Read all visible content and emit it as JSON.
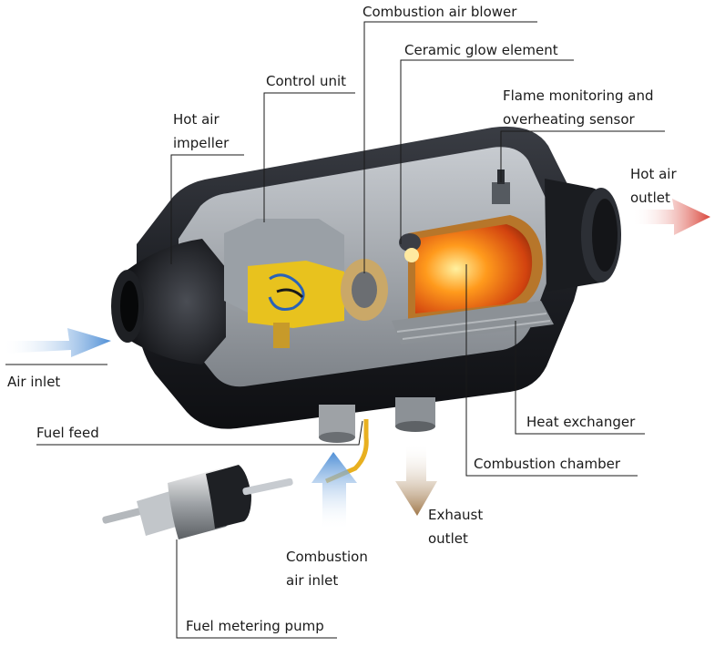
{
  "labels": {
    "combustion_air_blower": "Combustion air blower",
    "ceramic_glow_element": "Ceramic glow element",
    "control_unit": "Control unit",
    "flame_sensor_line1": "Flame monitoring and",
    "flame_sensor_line2": "overheating sensor",
    "hot_air_impeller_line1": "Hot air",
    "hot_air_impeller_line2": "impeller",
    "hot_air_outlet_line1": "Hot air",
    "hot_air_outlet_line2": "outlet",
    "air_inlet": "Air inlet",
    "fuel_feed": "Fuel feed",
    "heat_exchanger": "Heat exchanger",
    "combustion_chamber": "Combustion chamber",
    "exhaust_outlet_line1": "Exhaust",
    "exhaust_outlet_line2": "outlet",
    "combustion_air_inlet_line1": "Combustion",
    "combustion_air_inlet_line2": "air inlet",
    "fuel_metering_pump": "Fuel metering pump"
  },
  "colors": {
    "hot_air_arrow": "#d9453a",
    "cold_air_arrow": "#4f8fd6",
    "exhaust_arrow": "#a0784a",
    "housing": "#1d1f24",
    "flame": "#ff8a1c",
    "control_unit": "#e8c21e",
    "fuel_line": "#e8b020"
  }
}
